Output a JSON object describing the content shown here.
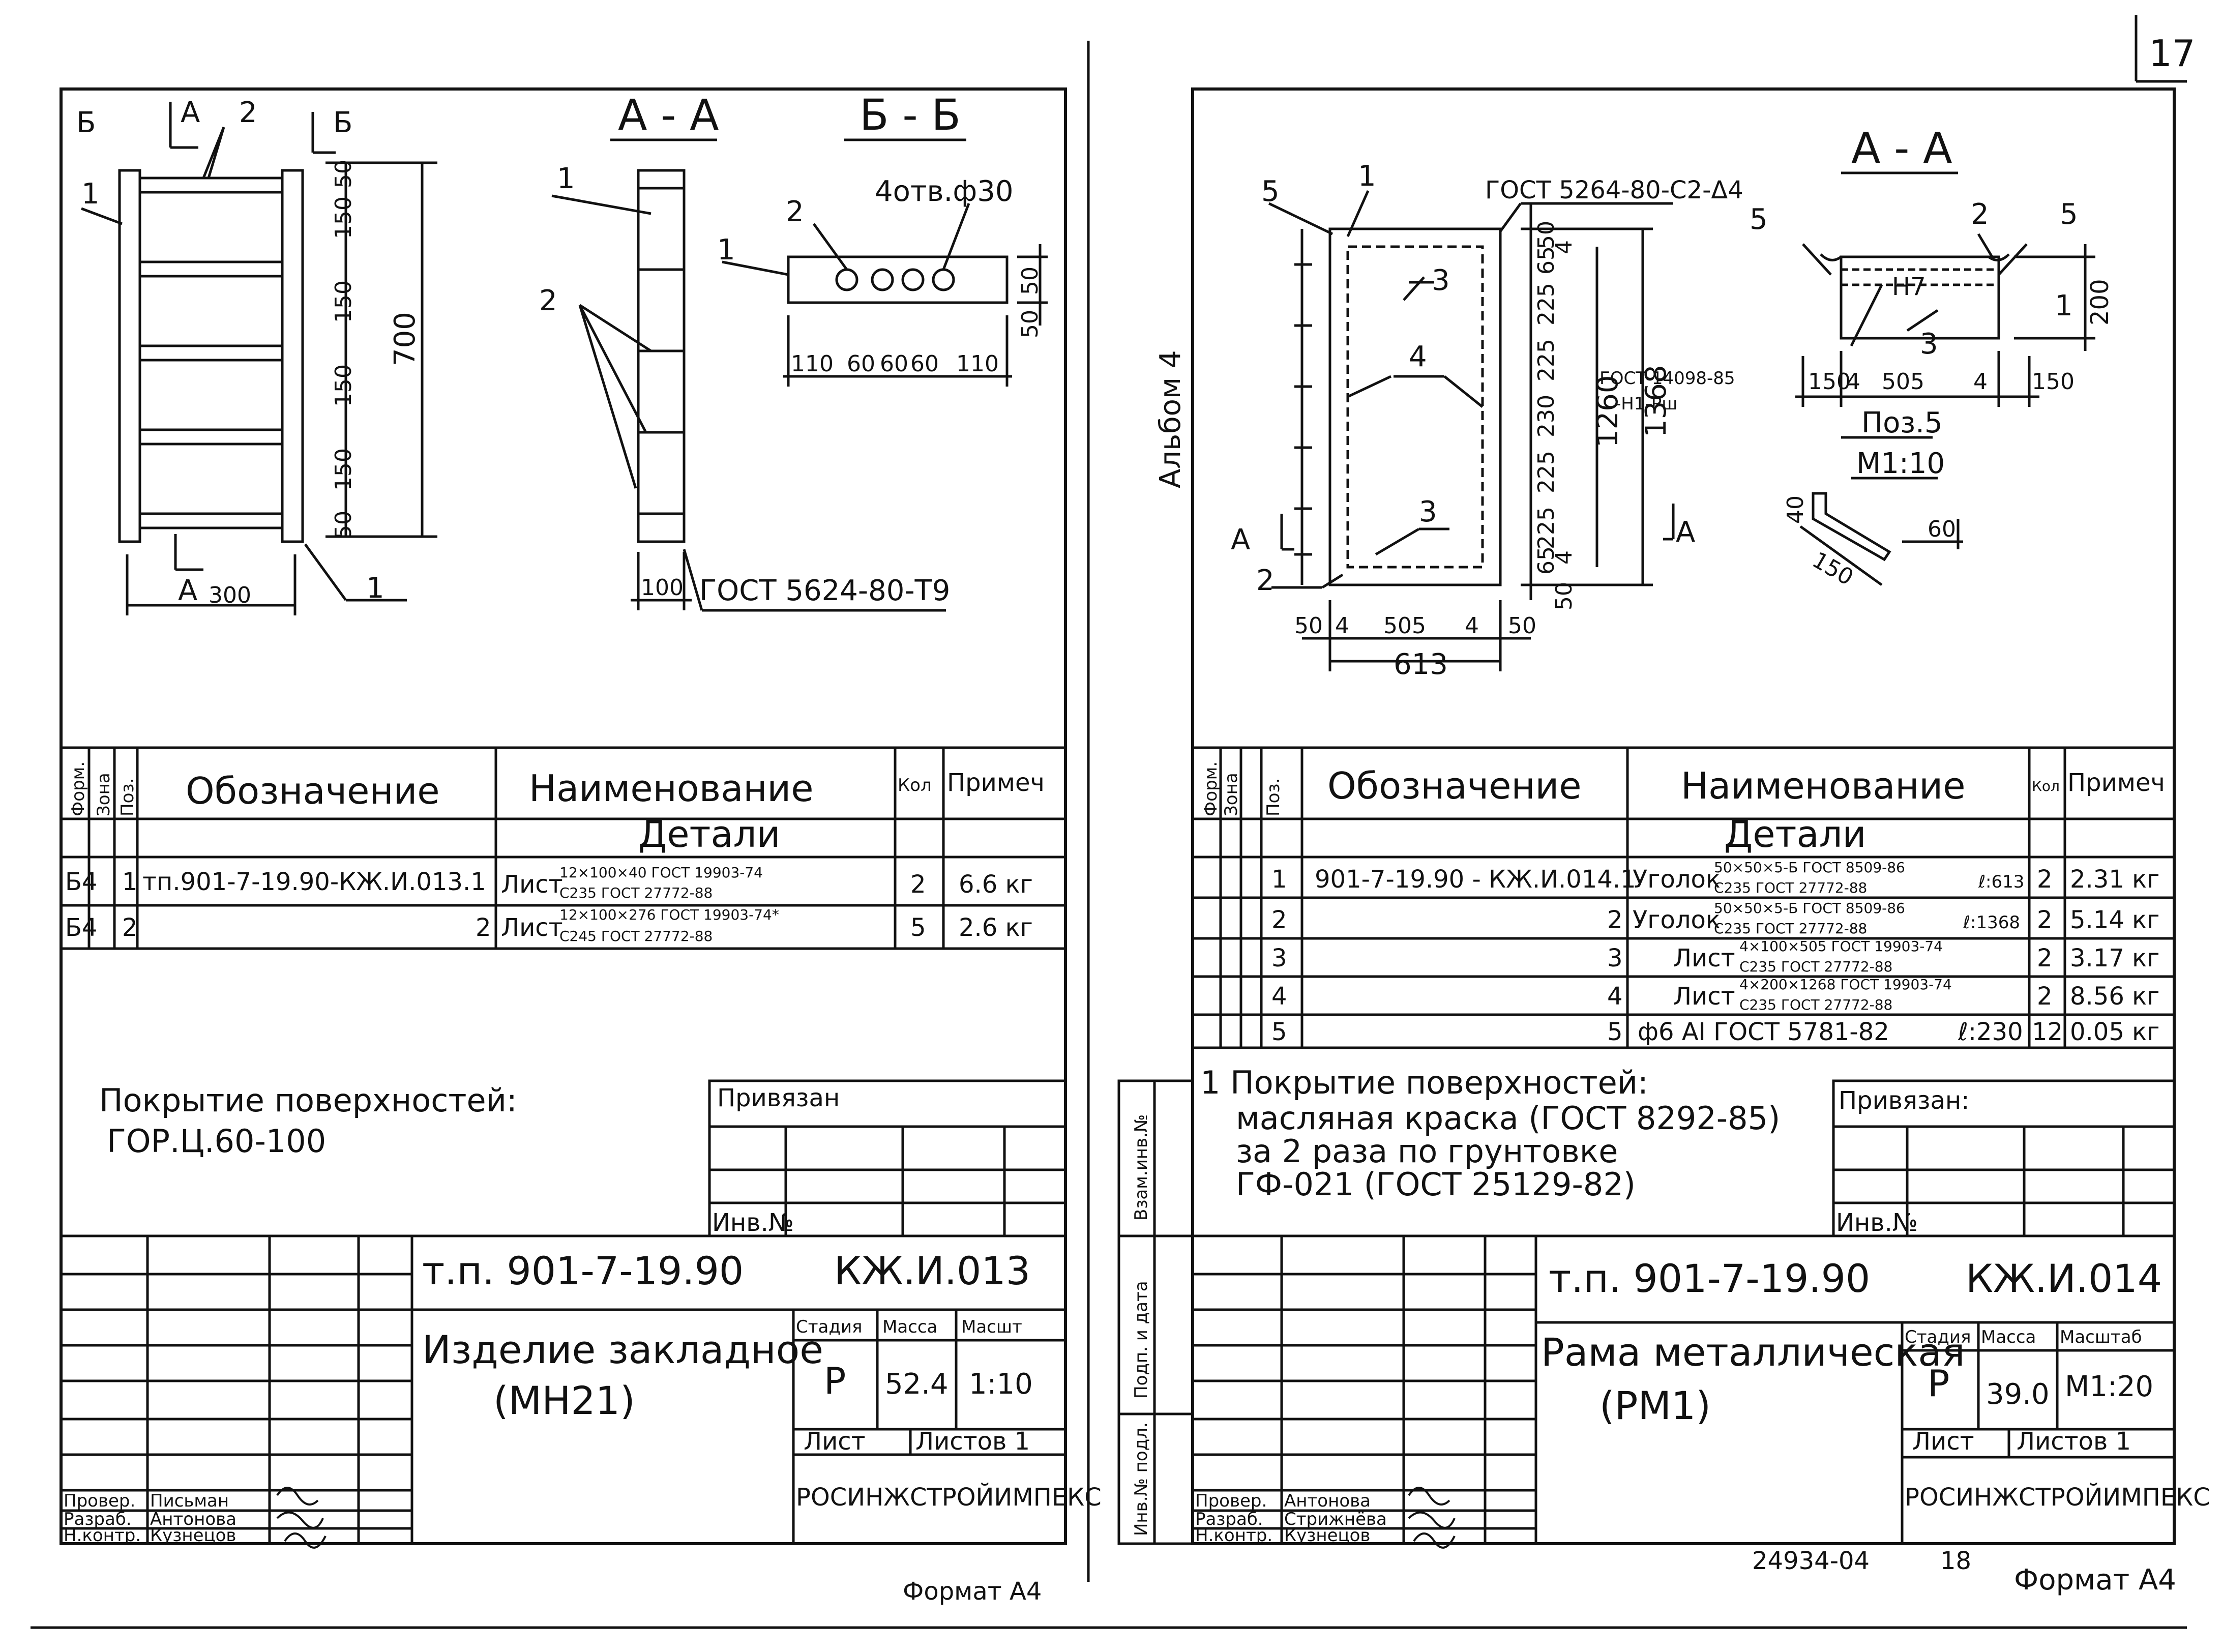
{
  "page_number": "17",
  "album_label": "Альбом 4",
  "footer_code": "24934-04",
  "footer_page": "18",
  "left": {
    "drawing": {
      "markers": {
        "b": "Б",
        "a": "А",
        "pos1": "1",
        "pos2": "2"
      },
      "sections": {
        "aa": "А - А",
        "bb": "Б - Б"
      },
      "dims_side": [
        "50",
        "150",
        "150",
        "150",
        "150",
        "50"
      ],
      "dim_total": "700",
      "dim_width": "300",
      "dim_section_width": "100",
      "gost_weld": "ГОСТ 5624-80-Т9",
      "holes_label": "4отв.ф30",
      "dims_bb": [
        "110",
        "60",
        "60",
        "60",
        "110"
      ],
      "dims_bb_side": [
        "50",
        "50"
      ]
    },
    "table": {
      "headers": [
        "Форм.",
        "Зона",
        "Поз.",
        "Обозначение",
        "Наименование",
        "Кол",
        "Примеч"
      ],
      "section_title": "Детали",
      "rows": [
        {
          "format": "Б4",
          "zone": "",
          "pos": "1",
          "designation": "тп.901-7-19.90-КЖ.И.013.1",
          "name_prefix": "Лист",
          "name_top": "12×100×40 ГОСТ 19903-74",
          "name_bottom": "С235 ГОСТ 27772-88",
          "qty": "2",
          "note": "6.6 кг"
        },
        {
          "format": "Б4",
          "zone": "",
          "pos": "2",
          "designation": "2",
          "name_prefix": "Лист",
          "name_top": "12×100×276 ГОСТ 19903-74*",
          "name_bottom": "С245 ГОСТ 27772-88",
          "qty": "5",
          "note": "2.6 кг"
        }
      ]
    },
    "coating_title": "Покрытие поверхностей:",
    "coating_text": "ГОР.Ц.60-100",
    "privyazan": "Привязан",
    "inv_no": "Инв.№",
    "stamp": {
      "doc_code": "т.п. 901-7-19.90",
      "doc_mark": "КЖ.И.013",
      "title_line1": "Изделие закладное",
      "title_line2": "(МН21)",
      "col_stage": "Стадия",
      "col_mass": "Масса",
      "col_scale": "Масшт",
      "stage": "Р",
      "mass": "52.4",
      "scale": "1:10",
      "sheet": "Лист",
      "sheets": "Листов 1",
      "org": "РОСИНЖСТРОЙИМПЕКС",
      "roles": [
        "Провер.",
        "Разраб.",
        "Н.контр."
      ],
      "names": [
        "Письман",
        "Антонова",
        "Кузнецов"
      ]
    },
    "format": "Формат А4"
  },
  "right": {
    "drawing": {
      "gost_top": "ГОСТ 5264-80-С2-Δ4",
      "section_aa": "А - А",
      "pos_labels": [
        "1",
        "2",
        "3",
        "4",
        "5"
      ],
      "dims_right": [
        "50",
        "4",
        "65",
        "225",
        "225",
        "230",
        "225",
        "225",
        "65",
        "4",
        "50"
      ],
      "dim_inner": "1260",
      "dim_outer": "1368",
      "dims_bottom": [
        "50",
        "4",
        "505",
        "4",
        "50"
      ],
      "dim_total_width": "613",
      "gost_weld": "ГОСТ 14098-85 -Н1-Рш",
      "sec_dims": [
        "150",
        "4",
        "505",
        "4",
        "150"
      ],
      "sec_height": "200",
      "sec_weld": "Н7",
      "poz5_title": "Поз.5",
      "poz5_scale": "М1:10",
      "poz5_dims": [
        "40",
        "60",
        "150"
      ],
      "marker_a": "А"
    },
    "table": {
      "headers": [
        "Форм.",
        "Зона",
        "Поз.",
        "Обозначение",
        "Наименование",
        "Кол",
        "Примеч"
      ],
      "section_title": "Детали",
      "rows": [
        {
          "pos": "1",
          "designation": "901-7-19.90 - КЖ.И.014.1",
          "name_prefix": "Уголок",
          "name_top": "50×50×5-Б ГОСТ 8509-86",
          "name_bottom": "С235 ГОСТ 27772-88",
          "name_extra": "ℓ:613",
          "qty": "2",
          "note": "2.31 кг"
        },
        {
          "pos": "2",
          "designation": "2",
          "name_prefix": "Уголок",
          "name_top": "50×50×5-Б ГОСТ 8509-86",
          "name_bottom": "С235 ГОСТ 27772-88",
          "name_extra": "ℓ:1368",
          "qty": "2",
          "note": "5.14 кг"
        },
        {
          "pos": "3",
          "designation": "3",
          "name_prefix": "Лист",
          "name_top": "4×100×505 ГОСТ 19903-74",
          "name_bottom": "С235 ГОСТ 27772-88",
          "name_extra": "",
          "qty": "2",
          "note": "3.17 кг"
        },
        {
          "pos": "4",
          "designation": "4",
          "name_prefix": "Лист",
          "name_top": "4×200×1268 ГОСТ 19903-74",
          "name_bottom": "С235 ГОСТ 27772-88",
          "name_extra": "",
          "qty": "2",
          "note": "8.56 кг"
        },
        {
          "pos": "5",
          "designation": "5",
          "name_prefix": "ф6 АI ГОСТ 5781-82",
          "name_top": "",
          "name_bottom": "",
          "name_extra": "ℓ:230",
          "qty": "12",
          "note": "0.05 кг"
        }
      ]
    },
    "coating_lines": [
      "1 Покрытие поверхностей:",
      "масляная краска (ГОСТ 8292-85)",
      "за 2 раза по грунтовке",
      "ГФ-021 (ГОСТ 25129-82)"
    ],
    "privyazan": "Привязан:",
    "inv_no": "Инв.№",
    "side_labels": [
      "Взам.инв.№",
      "Подп. и дата",
      "Инв.№ подл."
    ],
    "stamp": {
      "doc_code": "т.п. 901-7-19.90",
      "doc_mark": "КЖ.И.014",
      "title_line1": "Рама металлическая",
      "title_line2": "(РМ1)",
      "col_stage": "Стадия",
      "col_mass": "Масса",
      "col_scale": "Масштаб",
      "stage": "Р",
      "mass": "39.0",
      "scale": "М1:20",
      "sheet": "Лист",
      "sheets": "Листов 1",
      "org": "РОСИНЖСТРОЙИМПЕКС",
      "roles": [
        "Провер.",
        "Разраб.",
        "Н.контр."
      ],
      "names": [
        "Антонова",
        "Стрижнёва",
        "Кузнецов"
      ]
    },
    "format": "Формат А4"
  }
}
